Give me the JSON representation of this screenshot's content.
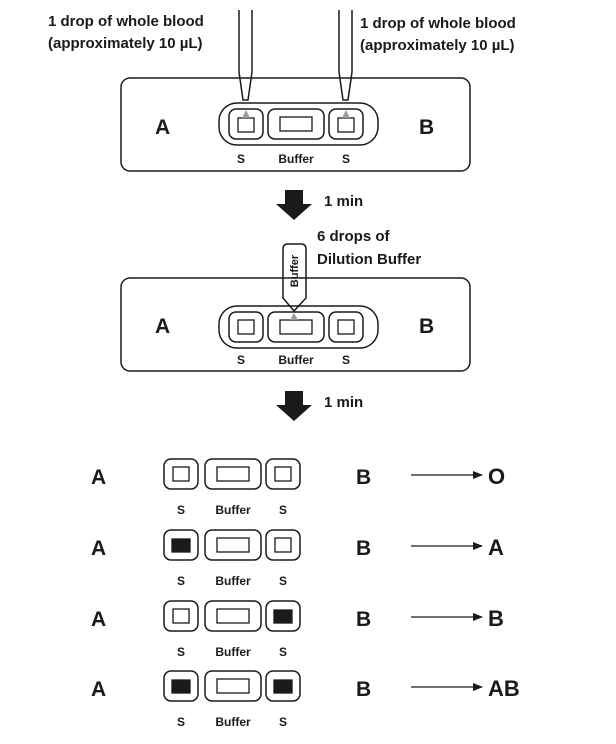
{
  "step1": {
    "note_left_line1": "1 drop of whole blood",
    "note_left_line2": "(approximately 10 µL)",
    "note_right_line1": "1 drop of whole blood",
    "note_right_line2": "(approximately 10 µL)",
    "side_a": "A",
    "side_b": "B",
    "label_s_left": "S",
    "label_buffer": "Buffer",
    "label_s_right": "S"
  },
  "arrow1_label": "1 min",
  "step2": {
    "note_line1": "6 drops of",
    "note_line2": "Dilution Buffer",
    "bottle_label": "Buffer",
    "side_a": "A",
    "side_b": "B",
    "label_s_left": "S",
    "label_buffer": "Buffer",
    "label_s_right": "S"
  },
  "arrow2_label": "1 min",
  "results": [
    {
      "side_a": "A",
      "side_b": "B",
      "result": "O",
      "label_s_left": "S",
      "label_buffer": "Buffer",
      "label_s_right": "S",
      "a_positive": false,
      "b_positive": false
    },
    {
      "side_a": "A",
      "side_b": "B",
      "result": "A",
      "label_s_left": "S",
      "label_buffer": "Buffer",
      "label_s_right": "S",
      "a_positive": true,
      "b_positive": false
    },
    {
      "side_a": "A",
      "side_b": "B",
      "result": "B",
      "label_s_left": "S",
      "label_buffer": "Buffer",
      "label_s_right": "S",
      "a_positive": false,
      "b_positive": true
    },
    {
      "side_a": "A",
      "side_b": "B",
      "result": "AB",
      "label_s_left": "S",
      "label_buffer": "Buffer",
      "label_s_right": "S",
      "a_positive": true,
      "b_positive": true
    }
  ],
  "colors": {
    "ink": "#1a1a1a",
    "drop": "#999999",
    "background": "#ffffff"
  }
}
